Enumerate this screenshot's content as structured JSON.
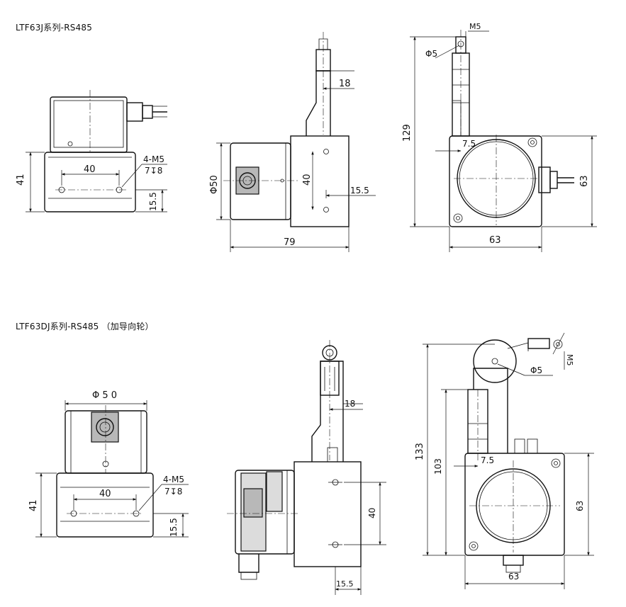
{
  "titles": {
    "top": "LTF63J系列-RS485",
    "bottom": "LTF63DJ系列-RS485 （加导向轮）"
  },
  "dims": {
    "d41": "41",
    "d40": "40",
    "m5_hole": "4-M5",
    "depth": "7↧8",
    "d15_5": "15.5",
    "d18": "18",
    "phi50": "Φ50",
    "phi50_b": "Φ 5 0",
    "d79": "79",
    "m5": "M5",
    "phi5": "Φ5",
    "d129": "129",
    "d7_5": "7.5",
    "d63": "63",
    "d133": "133",
    "d103": "103"
  }
}
